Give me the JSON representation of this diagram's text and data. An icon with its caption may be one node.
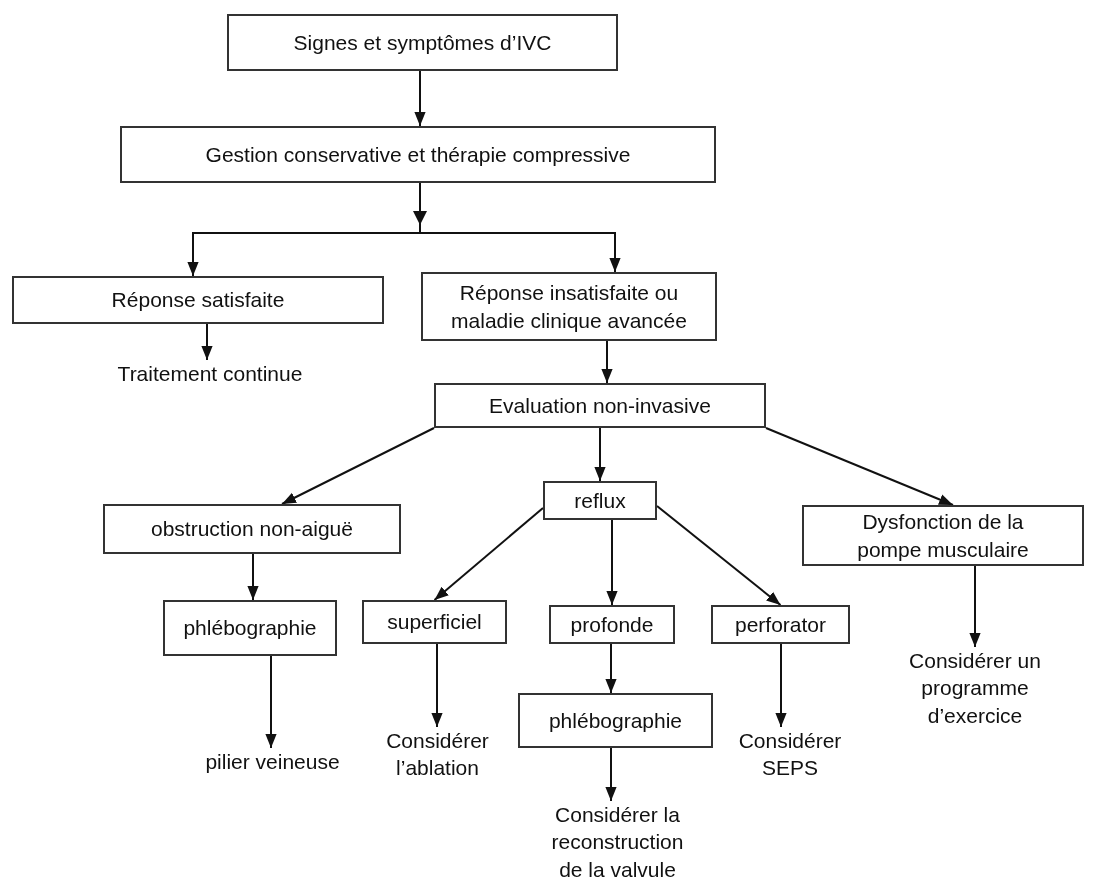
{
  "diagram": {
    "nodes": [
      {
        "text": [
          "Signes et symptômes d’IVC"
        ]
      },
      {
        "text": [
          "Gestion conservative et thérapie compressive"
        ]
      },
      {
        "text": [
          "Réponse satisfaite"
        ]
      },
      {
        "text": [
          "Réponse insatisfaite ou maladie clinique avancée"
        ]
      },
      {
        "text": [
          "Traitement continue"
        ]
      },
      {
        "text": [
          "Evaluation non-invasive"
        ]
      },
      {
        "text": [
          "obstruction non-aiguë"
        ]
      },
      {
        "text": [
          "reflux"
        ]
      },
      {
        "text": [
          "Dysfonction de la pompe musculaire"
        ]
      },
      {
        "text": [
          "phlébographie"
        ]
      },
      {
        "text": [
          "superficiel"
        ]
      },
      {
        "text": [
          "profonde"
        ]
      },
      {
        "text": [
          "perforator"
        ]
      },
      {
        "text": [
          "Considérer un programme d’exercice"
        ]
      },
      {
        "text": [
          "pilier veineuse"
        ]
      },
      {
        "text": [
          "phlébographie"
        ]
      },
      {
        "text": [
          "Considérer l’ablation"
        ]
      },
      {
        "text": [
          "Considérer SEPS"
        ]
      },
      {
        "text": [
          "Considérer la reconstruction de la valvule"
        ]
      }
    ],
    "edges": [
      {
        "from": 0,
        "to": 1,
        "arrow": "to"
      },
      {
        "from": 1,
        "to": 2,
        "arrow": "to"
      },
      {
        "from": 1,
        "to": 3,
        "arrow": "to"
      },
      {
        "from": 2,
        "to": 4,
        "arrow": "to"
      },
      {
        "from": 3,
        "to": 5,
        "arrow": "to"
      },
      {
        "from": 5,
        "to": 6,
        "arrow": "to"
      },
      {
        "from": 5,
        "to": 7,
        "arrow": "to"
      },
      {
        "from": 5,
        "to": 8,
        "arrow": "to"
      },
      {
        "from": 6,
        "to": 9,
        "arrow": "to"
      },
      {
        "from": 7,
        "to": 10,
        "arrow": "to"
      },
      {
        "from": 7,
        "to": 11,
        "arrow": "to"
      },
      {
        "from": 7,
        "to": 12,
        "arrow": "to"
      },
      {
        "from": 8,
        "to": 13,
        "arrow": "to"
      },
      {
        "from": 9,
        "to": 14,
        "arrow": "to"
      },
      {
        "from": 10,
        "to": 16,
        "arrow": "to"
      },
      {
        "from": 11,
        "to": 15,
        "arrow": "to"
      },
      {
        "from": 12,
        "to": 17,
        "arrow": "to"
      },
      {
        "from": 15,
        "to": 18,
        "arrow": "to"
      }
    ]
  }
}
